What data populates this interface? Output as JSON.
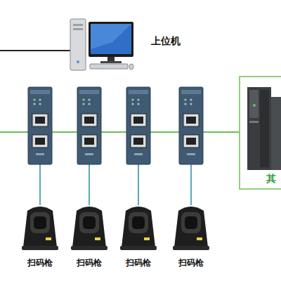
{
  "diagram": {
    "nodes": [
      {
        "text": [
          "上位机"
        ]
      },
      {
        "text": [
          "其"
        ]
      },
      {
        "text": [
          "扫码枪"
        ]
      },
      {
        "text": [
          "扫码枪"
        ]
      },
      {
        "text": [
          "扫码枪"
        ]
      },
      {
        "text": [
          "扫码枪"
        ]
      }
    ]
  }
}
